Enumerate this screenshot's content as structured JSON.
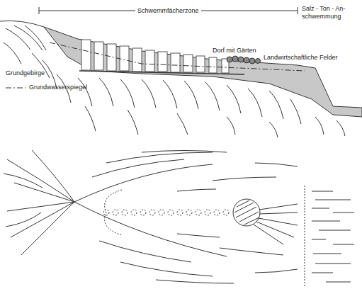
{
  "diagram": {
    "labels": [
      "Schwemmfächerzone",
      "Salz - Ton - An- schwemmung",
      "Grundgebirge",
      "Dorf mit Gärten",
      "Landwirtschaftliche Felder"
    ],
    "legend": [
      {
        "text": "Grundwasserspiegel"
      }
    ]
  }
}
